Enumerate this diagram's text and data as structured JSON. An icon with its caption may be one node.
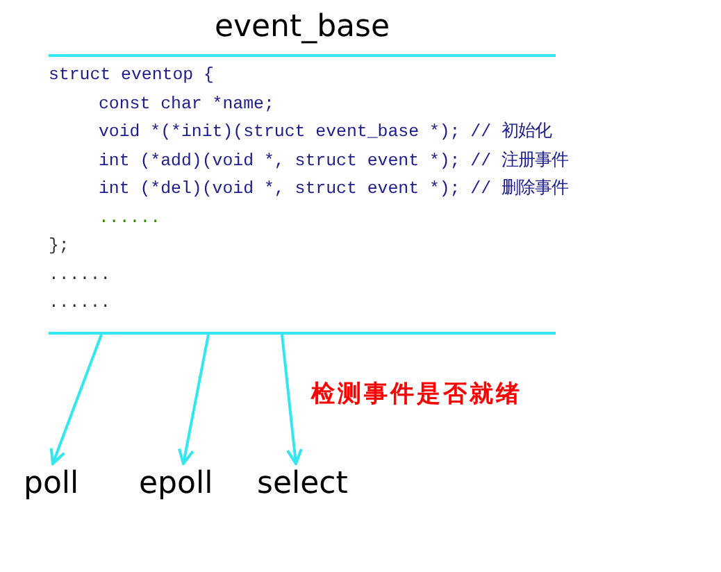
{
  "diagram": {
    "nodes": [
      {
        "text": [
          "event_base",
          "struct eventop {",
          "const char *name;",
          "void *(*init)(struct event_base *); // 初始化",
          "int (*add)(void *, struct event *); // 注册事件",
          "int (*del)(void *, struct event *); // 删除事件",
          "......",
          "};",
          "......",
          "......"
        ]
      },
      {
        "text": [
          "poll"
        ]
      },
      {
        "text": [
          "epoll"
        ]
      },
      {
        "text": [
          "select"
        ]
      }
    ],
    "edges": [
      {
        "from": 0,
        "to": 1,
        "arrow": "to"
      },
      {
        "from": 0,
        "to": 2,
        "arrow": "to"
      },
      {
        "from": 0,
        "to": 3,
        "arrow": "to"
      }
    ],
    "labels": [
      "检测事件是否就绪"
    ]
  }
}
